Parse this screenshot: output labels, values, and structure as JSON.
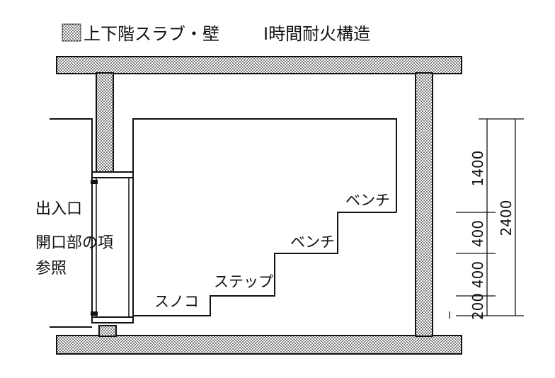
{
  "legend": {
    "prefix": "上下階スラブ・壁",
    "suffix": "Ⅰ時間耐火構造"
  },
  "labels": {
    "entrance": "出入口",
    "opening_ref_1": "開口部の項",
    "opening_ref_2": "参照",
    "sunoko": "スノコ",
    "step": "ステップ",
    "bench_middle": "ベンチ",
    "bench_top": "ベンチ"
  },
  "dimensions": {
    "d1400": "1400",
    "d400a": "400",
    "d400b": "400",
    "d200": "200",
    "d2400": "2400"
  },
  "colors": {
    "line": "#111111",
    "hatch_fill": "#ffffff",
    "hatch_dot": "#222222"
  }
}
